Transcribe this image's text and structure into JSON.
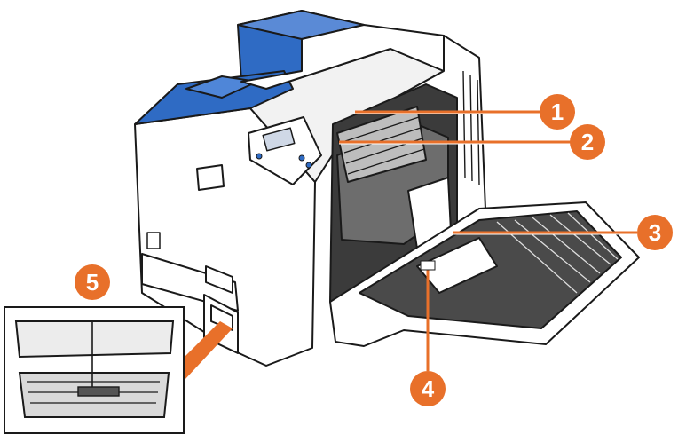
{
  "colors": {
    "callout": "#e8702a",
    "printer_blue": "#2f6bc4",
    "outline": "#1a1a1a",
    "body": "#ffffff",
    "shade": "#d9d9d9"
  },
  "callouts": [
    {
      "number": "1"
    },
    {
      "number": "2"
    },
    {
      "number": "3"
    },
    {
      "number": "4"
    },
    {
      "number": "5"
    }
  ]
}
